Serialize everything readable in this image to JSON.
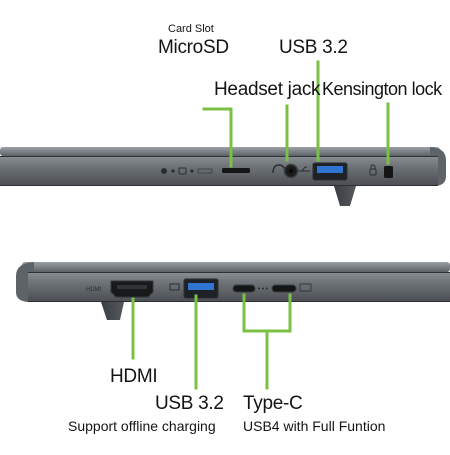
{
  "colors": {
    "accent": "#7ac143",
    "chassis": "#6e7378",
    "chassis_dark": "#3d4146",
    "port_blue": "#2f74d0"
  },
  "top_view": {
    "card_slot_caption": "Card Slot",
    "microsd_label": "MicroSD",
    "usb_label": "USB 3.2",
    "headset_label": "Headset jack",
    "kensington_label": "Kensington lock"
  },
  "bottom_view": {
    "hdmi_label": "HDMI",
    "usb_label": "USB 3.2",
    "usb_sub_label": "Support offline charging",
    "typec_label": "Type-C",
    "typec_sub_label": "USB4 with Full Funtion",
    "hdmi_engraving": "HDMI"
  }
}
